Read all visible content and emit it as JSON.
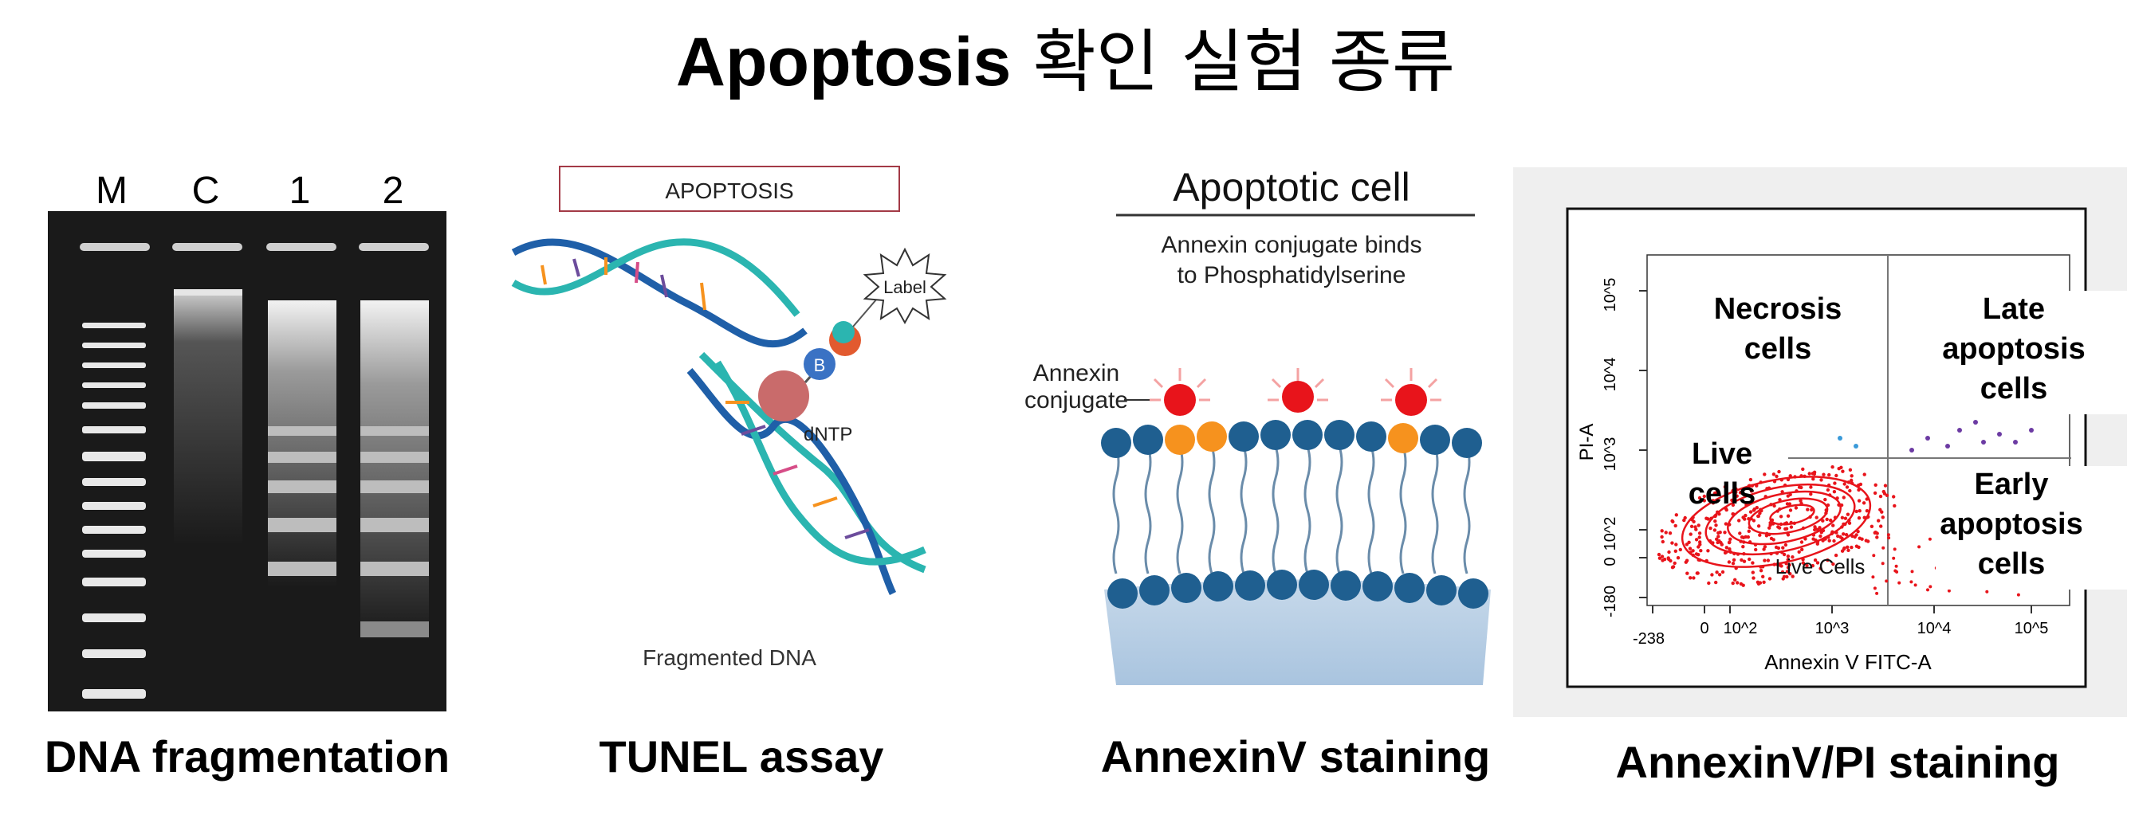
{
  "title": {
    "bold": "Apoptosis",
    "rest": " 확인 실험 종류"
  },
  "panels": {
    "gel": {
      "lane_labels": [
        "M",
        "C",
        "1",
        "2"
      ],
      "caption": "DNA fragmentation"
    },
    "tunel": {
      "box_label": "APOPTOSIS",
      "label_text": "Label",
      "b_text": "B",
      "dntp_text": "dNTP",
      "bottom_text": "Fragmented DNA",
      "caption": "TUNEL assay"
    },
    "annexin": {
      "heading": "Apoptotic cell",
      "sub1": "Annexin conjugate binds",
      "sub2": "to Phosphatidylserine",
      "conj1": "Annexin",
      "conj2": "conjugate",
      "caption": "AnnexinV staining"
    },
    "flow": {
      "ylabel": "PI-A",
      "xlabel": "Annexin V FITC-A",
      "yticks": [
        "10^5",
        "10^4",
        "10^3",
        "10^2",
        "0",
        "-180"
      ],
      "xticks": [
        "-238",
        "0",
        "10^2",
        "10^3",
        "10^4",
        "10^5"
      ],
      "q_necrosis_1": "Necrosis",
      "q_necrosis_2": "cells",
      "q_late_1": "Late",
      "q_late_2": "apoptosis",
      "q_late_3": "cells",
      "q_live_1": "Live",
      "q_live_2": "cells",
      "q_early_1": "Early",
      "q_early_2": "apoptosis",
      "q_early_3": "cells",
      "inner_label": "Live Cells",
      "caption": "AnnexinV/PI staining"
    }
  },
  "colors": {
    "gel_bg": "#1a1a1a",
    "strand_blue": "#1f5fa8",
    "strand_teal": "#2bb5b0",
    "annexin_red": "#e8141b",
    "ps_orange": "#f6921e",
    "head_blue": "#1f5f90",
    "dots_red": "#e8141b"
  }
}
